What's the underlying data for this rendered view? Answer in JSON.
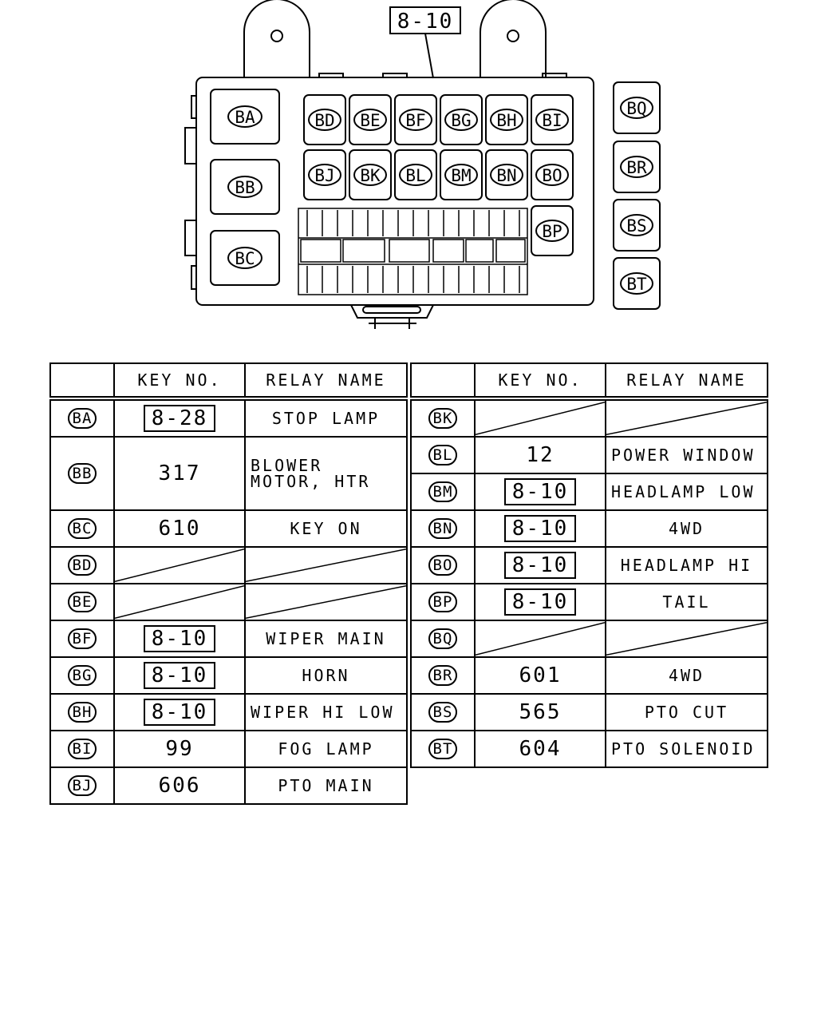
{
  "diagram": {
    "callout": "8-10",
    "relays_top": [
      "BD",
      "BE",
      "BF",
      "BG",
      "BH",
      "BI"
    ],
    "relays_mid": [
      "BJ",
      "BK",
      "BL",
      "BM",
      "BN",
      "BO"
    ],
    "relays_left": [
      "BA",
      "BB",
      "BC"
    ],
    "relay_bp": "BP",
    "relays_right": [
      "BQ",
      "BR",
      "BS",
      "BT"
    ]
  },
  "table_headers": {
    "key_no": "KEY NO.",
    "relay_name": "RELAY NAME"
  },
  "left_table": [
    {
      "code": "BA",
      "key": "8-28",
      "boxed": true,
      "name": "STOP LAMP"
    },
    {
      "code": "BB",
      "key": "317",
      "boxed": false,
      "name": "BLOWER MOTOR, HTR"
    },
    {
      "code": "BC",
      "key": "610",
      "boxed": false,
      "name": "KEY ON"
    },
    {
      "code": "BD",
      "key": "",
      "boxed": false,
      "name": ""
    },
    {
      "code": "BE",
      "key": "",
      "boxed": false,
      "name": ""
    },
    {
      "code": "BF",
      "key": "8-10",
      "boxed": true,
      "name": "WIPER MAIN"
    },
    {
      "code": "BG",
      "key": "8-10",
      "boxed": true,
      "name": "HORN"
    },
    {
      "code": "BH",
      "key": "8-10",
      "boxed": true,
      "name": "WIPER HI LOW"
    },
    {
      "code": "BI",
      "key": "99",
      "boxed": false,
      "name": "FOG LAMP"
    },
    {
      "code": "BJ",
      "key": "606",
      "boxed": false,
      "name": "PTO MAIN"
    }
  ],
  "right_table": [
    {
      "code": "BK",
      "key": "",
      "boxed": false,
      "name": ""
    },
    {
      "code": "BL",
      "key": "12",
      "boxed": false,
      "name": "POWER WINDOW"
    },
    {
      "code": "BM",
      "key": "8-10",
      "boxed": true,
      "name": "HEADLAMP LOW"
    },
    {
      "code": "BN",
      "key": "8-10",
      "boxed": true,
      "name": "4WD"
    },
    {
      "code": "BO",
      "key": "8-10",
      "boxed": true,
      "name": "HEADLAMP HI"
    },
    {
      "code": "BP",
      "key": "8-10",
      "boxed": true,
      "name": "TAIL"
    },
    {
      "code": "BQ",
      "key": "",
      "boxed": false,
      "name": ""
    },
    {
      "code": "BR",
      "key": "601",
      "boxed": false,
      "name": "4WD"
    },
    {
      "code": "BS",
      "key": "565",
      "boxed": false,
      "name": "PTO CUT"
    },
    {
      "code": "BT",
      "key": "604",
      "boxed": false,
      "name": "PTO SOLENOID"
    }
  ]
}
